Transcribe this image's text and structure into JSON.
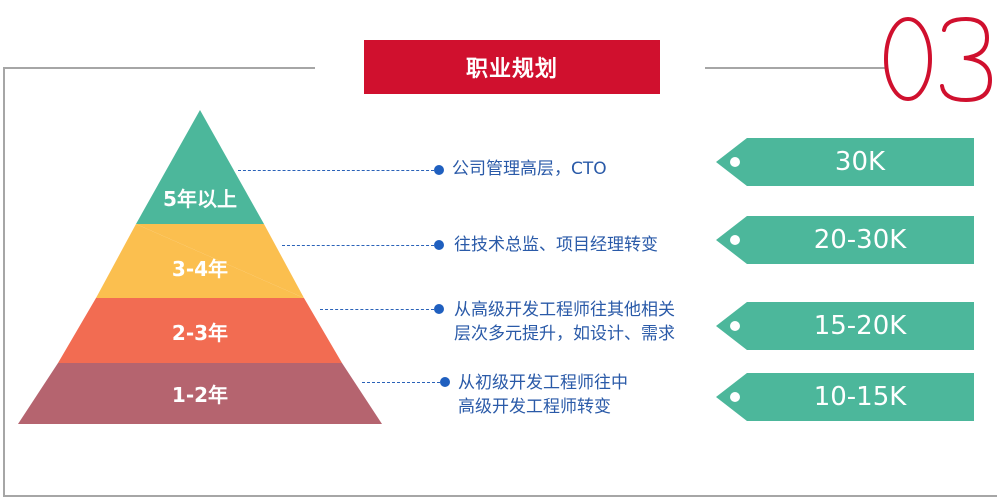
{
  "title": "职业规划",
  "section_number": "03",
  "colors": {
    "accent": "#d0102e",
    "tag": "#4cb79b",
    "tier_top": "#4cb79b",
    "tier_2": "#fbbf4f",
    "tier_3": "#f26c52",
    "tier_bottom": "#b5646f",
    "desc_text": "#2a5aa8"
  },
  "tiers": [
    {
      "label": "5年以上",
      "desc": [
        "公司管理高层，CTO"
      ],
      "salary": "30K"
    },
    {
      "label": "3-4年",
      "desc": [
        "往技术总监、项目经理转变"
      ],
      "salary": "20-30K"
    },
    {
      "label": "2-3年",
      "desc": [
        "从高级开发工程师往其他相关",
        "层次多元提升，如设计、需求"
      ],
      "salary": "15-20K"
    },
    {
      "label": "1-2年",
      "desc": [
        "从初级开发工程师往中",
        "高级开发工程师转变"
      ],
      "salary": "10-15K"
    }
  ]
}
